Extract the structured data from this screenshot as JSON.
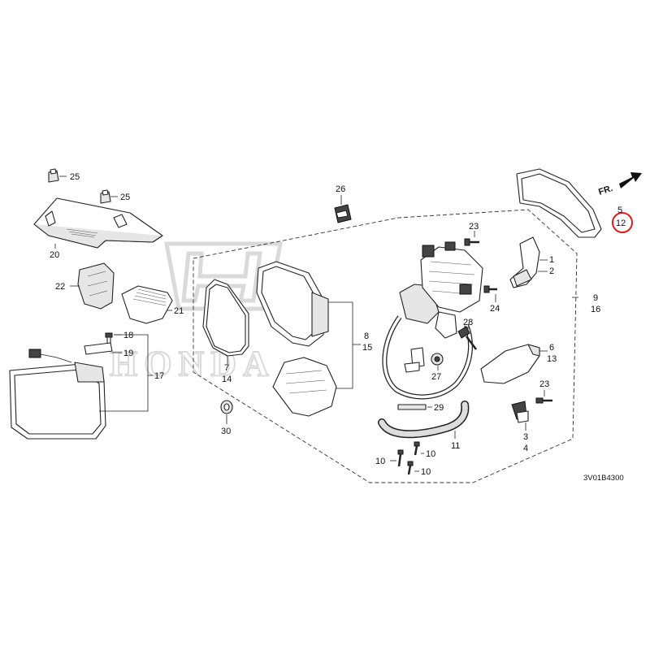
{
  "diagram_code": "3V01B4300",
  "front_indicator": {
    "label": "FR.",
    "arrow_color": "#111111"
  },
  "highlight_color": "#d32020",
  "highlighted_callout": "12",
  "watermark_text": "HONDA",
  "callouts": {
    "c1": "1",
    "c2": "2",
    "c3": "3",
    "c4": "4",
    "c5": "5",
    "c6": "6",
    "c7": "7",
    "c8": "8",
    "c9": "9",
    "c10a": "10",
    "c10b": "10",
    "c10c": "10",
    "c11": "11",
    "c12": "12",
    "c13": "13",
    "c14": "14",
    "c15": "15",
    "c16": "16",
    "c17": "17",
    "c18": "18",
    "c19": "19",
    "c20": "20",
    "c21": "21",
    "c22": "22",
    "c23a": "23",
    "c23b": "23",
    "c24": "24",
    "c25a": "25",
    "c25b": "25",
    "c26": "26",
    "c27": "27",
    "c28": "28",
    "c29": "29",
    "c30": "30"
  }
}
